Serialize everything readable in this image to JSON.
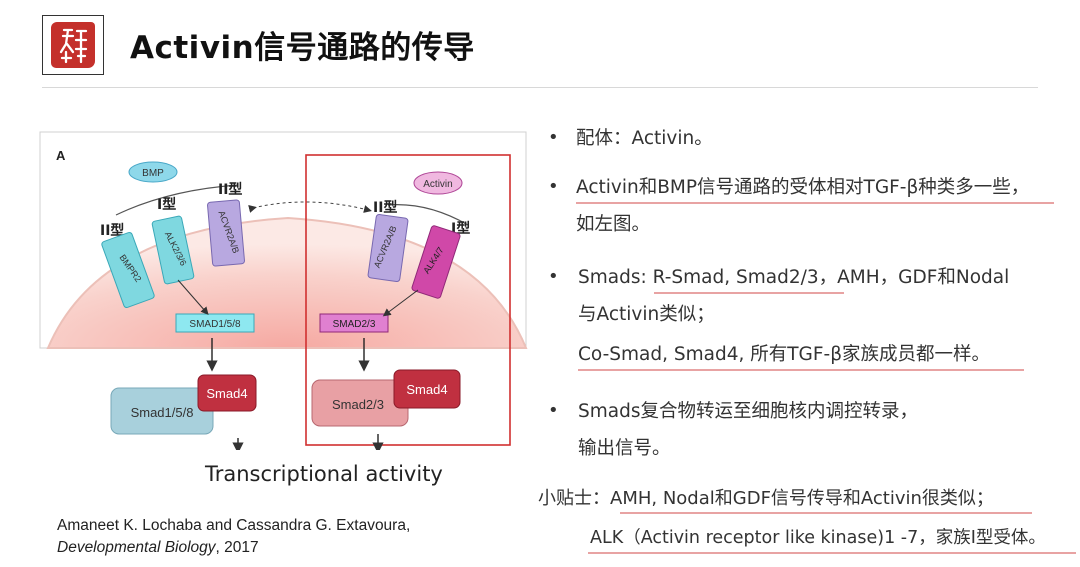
{
  "header": {
    "title": "Activin信号通路的传导",
    "logo_icon": "seal-stamp-logo"
  },
  "figure": {
    "panel_label": "A",
    "ligand_bmp": "BMP",
    "ligand_activin": "Activin",
    "type_ii_left": "II型",
    "type_i_left": "I型",
    "type_ii_top": "II型",
    "type_ii_right": "II型",
    "type_i_right": "I型",
    "receptor_bmpr2": "BMPR2",
    "receptor_alk236": "ALK2/3/6",
    "receptor_acvr2ab_left": "ACVR2A/B",
    "receptor_acvr2ab_right": "ACVR2A/B",
    "receptor_alk47": "ALK4/7",
    "smad158_box": "SMAD1/5/8",
    "smad23_box": "SMAD2/3",
    "smad158_oval": "Smad1/5/8",
    "smad4_left": "Smad4",
    "smad23_oval": "Smad2/3",
    "smad4_right": "Smad4",
    "transcription": "Transcriptional activity",
    "colors": {
      "bmp_path": "#5bc8d8",
      "activin_path": "#c050b0",
      "highlight_frame": "#d03030",
      "smad4": "#c03040",
      "cell": "#f4b8b0"
    }
  },
  "citation": {
    "line1": "Amaneet K. Lochaba and Cassandra G. Extavoura,",
    "journal": "Developmental Biology",
    "year": ", 2017"
  },
  "bullets": {
    "b1": "配体：Activin。",
    "b2_line1": "Activin和BMP信号通路的受体相对TGF-β种类多一些，",
    "b2_line2": "如左图。",
    "b3_line1": "Smads: R-Smad, Smad2/3，AMH，GDF和Nodal",
    "b3_line2": "与Activin类似；",
    "b3_line3": "Co-Smad, Smad4, 所有TGF-β家族成员都一样。",
    "b4_line1": "Smads复合物转运至细胞核内调控转录，",
    "b4_line2": "输出信号。",
    "tip_line1": "小贴士：AMH, Nodal和GDF信号传导和Activin很类似；",
    "tip_line2": "ALK（Activin receptor like kinase)1 -7，家族I型受体。"
  }
}
